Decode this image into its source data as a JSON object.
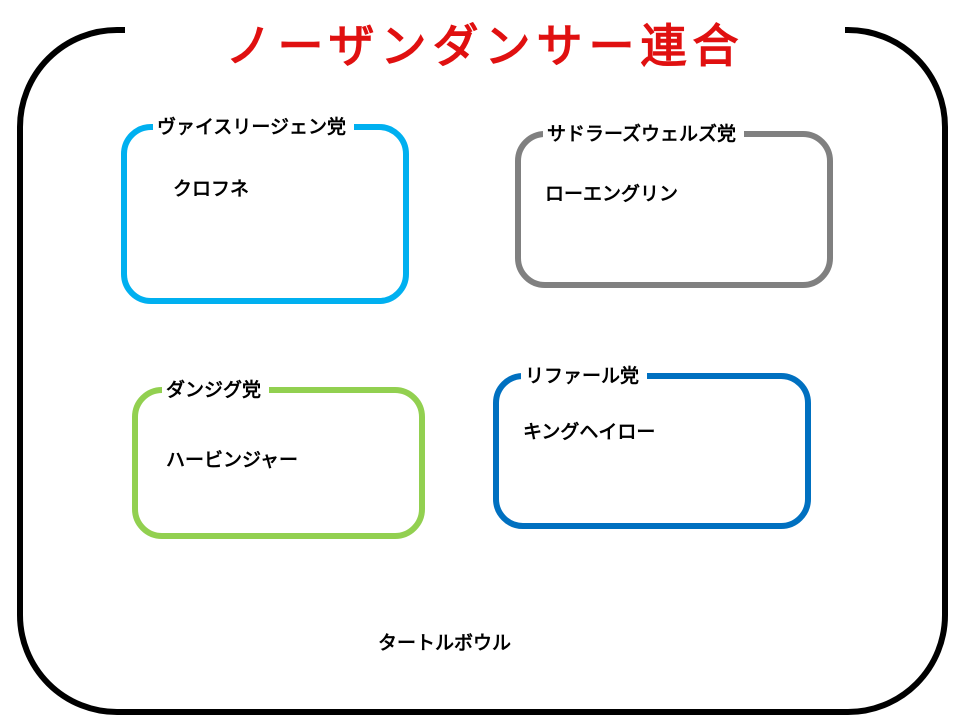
{
  "title": "ノーザンダンサー連合",
  "groups": [
    {
      "party": "ヴァイスリージェン党",
      "member": "クロフネ",
      "color": "#00B0F0"
    },
    {
      "party": "サドラーズウェルズ党",
      "member": "ローエングリン",
      "color": "#808080"
    },
    {
      "party": "ダンジグ党",
      "member": "ハービンジャー",
      "color": "#92D050"
    },
    {
      "party": "リファール党",
      "member": "キングヘイロー",
      "color": "#0070C0"
    }
  ],
  "independent": "タートルボウル"
}
